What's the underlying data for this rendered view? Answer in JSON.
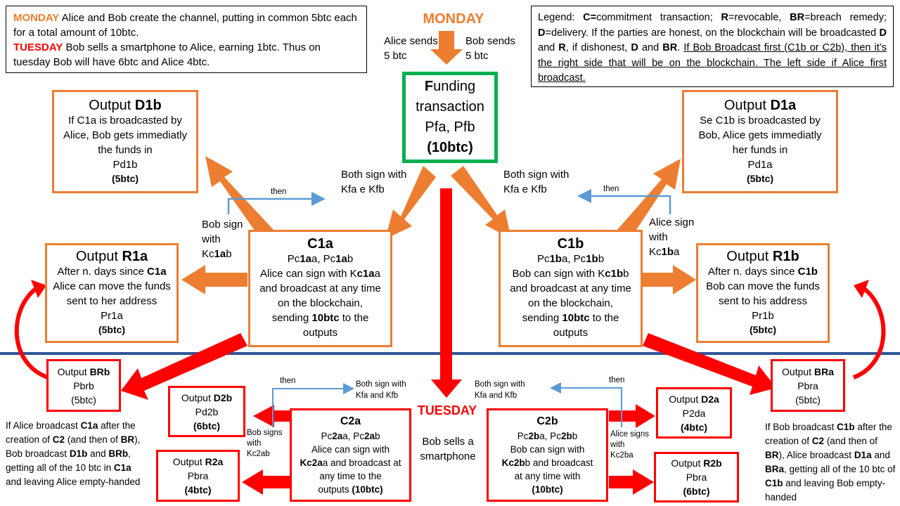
{
  "colors": {
    "orange": "#ED7D31",
    "green": "#00B050",
    "red": "#FF0000",
    "blue": "#5B9BD5",
    "divider": "#2F5597"
  },
  "intro": {
    "monday_word": "MONDAY",
    "monday_text": " Alice and Bob create the channel,  putting in common 5btc each for a total amount of 10btc.",
    "tuesday_word": "TUESDAY",
    "tuesday_text": " Bob sells a smartphone to Alice, earning 1btc. Thus on tuesday Bob will have 6btc and Alice 4btc."
  },
  "legend": {
    "p1": "Legend: ",
    "c_key": "C=",
    "c_text": "commitment transaction; ",
    "r_key": "R",
    "r_text": "=revocable, ",
    "br_key": "BR",
    "br_text": "=breach remedy; ",
    "d_key": "D",
    "d_text": "=delivery. If the parties are honest, on the blockchain will be broadcasted ",
    "d2": "D",
    "and1": " and ",
    "r2": "R",
    "mid": ", if dishonest, ",
    "d3": "D",
    "and2": " and ",
    "br2": "BR",
    "dot": ". ",
    "underlined": "If Bob Broadcast first (C1b or C2b), then it’s the right side that will be on the blockchain. The left side if Alice first broadcast."
  },
  "monday_header": {
    "title": "MONDAY",
    "alice_sends_1": "Alice sends",
    "alice_sends_2": "5 btc",
    "bob_sends_1": "Bob sends",
    "bob_sends_2": "5 btc"
  },
  "funding": {
    "f": "F",
    "l1": "unding",
    "l2": "transaction",
    "l3": "Pfa, Pfb",
    "amount": "(10btc)"
  },
  "both_sign_left": {
    "l1": "Both sign with",
    "l2": "Kfa e Kfb"
  },
  "both_sign_right": {
    "l1": "Both sign with",
    "l2": "Kfa e Kfb"
  },
  "then_left": "then",
  "then_right": "then",
  "bob_sign": {
    "l1": "Bob sign",
    "l2": "with",
    "k1": "Kc",
    "k2": "1a",
    "k3": "b"
  },
  "alice_sign": {
    "l1": "Alice sign",
    "l2": "with",
    "k1": "Kc",
    "k2": "1b",
    "k3": "a"
  },
  "d1b": {
    "title_a": "Output ",
    "title_b": "D1b",
    "l1": "If C1a is broadcasted by",
    "l2": "Alice, Bob gets immediatly",
    "l3": "the funds in",
    "l4": "Pd1b",
    "amount": "(5btc)"
  },
  "d1a": {
    "title_a": "Output ",
    "title_b": "D1a",
    "l1": "Se C1b is broadcasted by",
    "l2": "Bob, Alice gets immediatly",
    "l3": "her funds in",
    "l4": "Pd1a",
    "amount": "(5btc)"
  },
  "c1a": {
    "title": "C1a",
    "p1": "Pc",
    "p1b": "1a",
    "p1c": "a, Pc",
    "p1d": "1a",
    "p1e": "b",
    "l2a": "Alice can sign with K",
    "l2b": "c1a",
    "l2c": "a",
    "l3": "and broadcast at any time",
    "l4": "on the blockchain,",
    "l5a": "sending ",
    "l5b": "10btc",
    "l5c": " to the",
    "l6": "outputs"
  },
  "c1b": {
    "title": "C1b",
    "p1": "Pc",
    "p1b": "1b",
    "p1c": "a, Pc",
    "p1d": "1b",
    "p1e": "b",
    "l2a": "Bob can sign with K",
    "l2b": "c1b",
    "l2c": "b",
    "l3": "and broadcast at any time",
    "l4": "on the blockchain,",
    "l5a": "sending ",
    "l5b": "10btc",
    "l5c": " to the",
    "l6": "outputs"
  },
  "r1a": {
    "title_a": "Output ",
    "title_b": "R1a",
    "l1a": "After n. days since ",
    "l1b": "C1a",
    "l2": "Alice can move the funds",
    "l3": "sent to her address",
    "l4": "Pr1a",
    "amount": "(5btc)"
  },
  "r1b": {
    "title_a": "Output ",
    "title_b": "R1b",
    "l1a": "After n. days since ",
    "l1b": "C1b",
    "l2": "Bob can move the funds",
    "l3": "sent to his address",
    "l4": "Pr1b",
    "amount": "(5btc)"
  },
  "brb": {
    "title_a": "Output ",
    "title_b": "BRb",
    "l1": "Pbrb",
    "amount": "(5btc)"
  },
  "bra": {
    "title_a": "Output ",
    "title_b": "BRa",
    "l1": "Pbra",
    "amount": "(5btc)"
  },
  "d2b": {
    "title_a": "Output ",
    "title_b": "D2b",
    "l1": "Pd2b",
    "amount": "(6btc)"
  },
  "r2a": {
    "title_a": "Output ",
    "title_b": "R2a",
    "l1": "Pbra",
    "amount": "(4btc)"
  },
  "d2a": {
    "title_a": "Output ",
    "title_b": "D2a",
    "l1": "P2da",
    "amount": "(4btc)"
  },
  "r2b": {
    "title_a": "Output ",
    "title_b": "R2b",
    "l1": "Pbra",
    "amount": "(6btc)"
  },
  "c2a": {
    "title": "C2a",
    "p1": "Pc",
    "p1b": "2a",
    "p1c": "a, Pc",
    "p1d": "2a",
    "p1e": "b",
    "l2": "Alice can sign with",
    "l3a": "Kc2a",
    "l3b": "a and broadcast at",
    "l4": "any time to the",
    "l5a": "outputs ",
    "l5b": "(10btc)"
  },
  "c2b": {
    "title": "C2b",
    "p1": "Pc",
    "p1b": "2b",
    "p1c": "a, Pc",
    "p1d": "2b",
    "p1e": "b",
    "l2": "Bob can sign with",
    "l3a": "Kc2b",
    "l3b": "b and broadcast",
    "l4": "at any time with",
    "l5": "(10btc)"
  },
  "both_sign_t_left": {
    "l1": "Both sign with",
    "l2": "Kfa and Kfb"
  },
  "both_sign_t_right": {
    "l1": "Both sign with",
    "l2": "Kfa and Kfb"
  },
  "then_t_left": "then",
  "then_t_right": "then",
  "bob_signs_t": {
    "l1": "Bob signs",
    "l2": "with",
    "l3": "Kc2ab"
  },
  "alice_signs_t": {
    "l1": "Alice signs",
    "l2": "with",
    "l3": "Kc2ba"
  },
  "tuesday_label": "TUESDAY",
  "bob_sells": {
    "l1": "Bob sells a",
    "l2": "smartphone"
  },
  "note_left": {
    "a": "If Alice broadcast ",
    "b": "C1a",
    "c": " after the creation of ",
    "d": "C2",
    "e": " (and then of ",
    "f": "BR",
    "g": "), Bob broadcast ",
    "h": "D1b",
    "i": " and ",
    "j": "BRb",
    "k": ", getting all of the 10 btc in ",
    "l": "C1a",
    "m": " and leaving Alice empty-handed"
  },
  "note_right": {
    "a": "If Bob broadcast ",
    "b": "C1b",
    "c": " after the creation of ",
    "d": "C2",
    "e": " (and then of ",
    "f": "BR",
    "g": "), Alice broadcast ",
    "h": "D1a",
    "i": " and ",
    "j": "BRa",
    "k": ", getting all of the 10 btc of ",
    "l": "C1b",
    "m": " and leaving Bob empty-handed"
  }
}
